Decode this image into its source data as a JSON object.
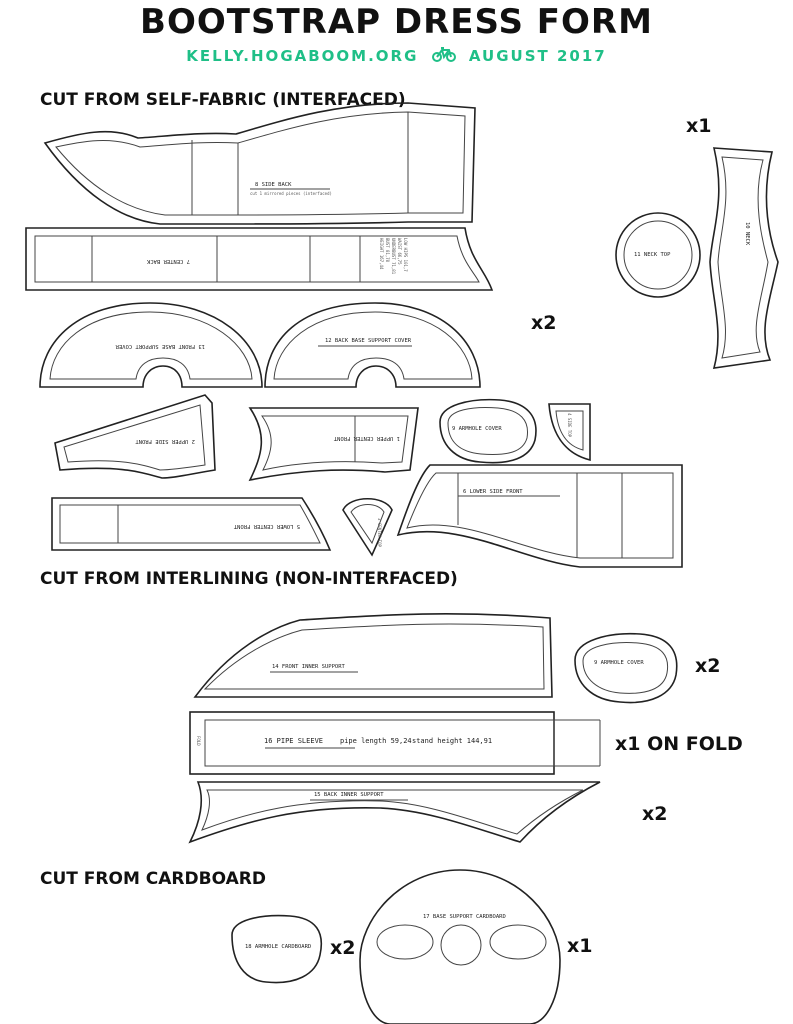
{
  "header": {
    "title": "BOOTSTRAP DRESS FORM",
    "site": "KELLY.HOGABOOM.ORG",
    "date": "AUGUST 2017",
    "accent_color": "#1fbf87",
    "icon": "bicycle-icon"
  },
  "sections": {
    "self_fabric": "CUT FROM SELF-FABRIC (INTERFACED)",
    "interlining": "CUT FROM INTERLINING (NON-INTERFACED)",
    "cardboard": "CUT FROM CARDBOARD"
  },
  "quantities": {
    "neck": "x1",
    "self_fabric": "x2",
    "armhole_cover": "x2",
    "pipe_sleeve": "x1 ON FOLD",
    "back_inner": "x2",
    "armhole_cardboard": "x2",
    "base_cardboard": "x1"
  },
  "pieces": {
    "side_back": "8 SIDE BACK",
    "center_back": "7 CENTER BACK",
    "measurements": [
      "HEIGHT 167,44",
      "BUST 81,78",
      "UNDERBUST 71,81",
      "WAIST 66,75",
      "LOW HIPS 101,7"
    ],
    "neck_top": "11 NECK TOP",
    "neck": "10 NECK",
    "front_base_cover": "13 FRONT BASE SUPPORT COVER",
    "back_base_cover": "12 BACK BASE SUPPORT COVER",
    "upper_side_front": "2 UPPER SIDE FRONT",
    "upper_center_front": "1 UPPER CENTER FRONT",
    "armhole_cover_self": "9 ARMHOLE COVER",
    "side_top": "4 SIDE TOP",
    "lower_side_front": "6 LOWER SIDE FRONT",
    "lower_center_front": "5 LOWER CENTER FRONT",
    "center_top": "3 CENTER TOP",
    "front_inner_support": "14 FRONT INNER SUPPORT",
    "armhole_cover_interlining": "9 ARMHOLE COVER",
    "pipe_sleeve": "16 PIPE SLEEVE",
    "pipe_length": "pipe length 59,24",
    "stand_height": "stand height 144,91",
    "back_inner_support": "15 BACK INNER SUPPORT",
    "armhole_cardboard": "18 ARMHOLE CARDBOARD",
    "base_support_cardboard": "17 BASE SUPPORT CARDBOARD",
    "fold": "FOLD",
    "tiny_note": "cut 1 mirrored pieces (interfaced)"
  }
}
